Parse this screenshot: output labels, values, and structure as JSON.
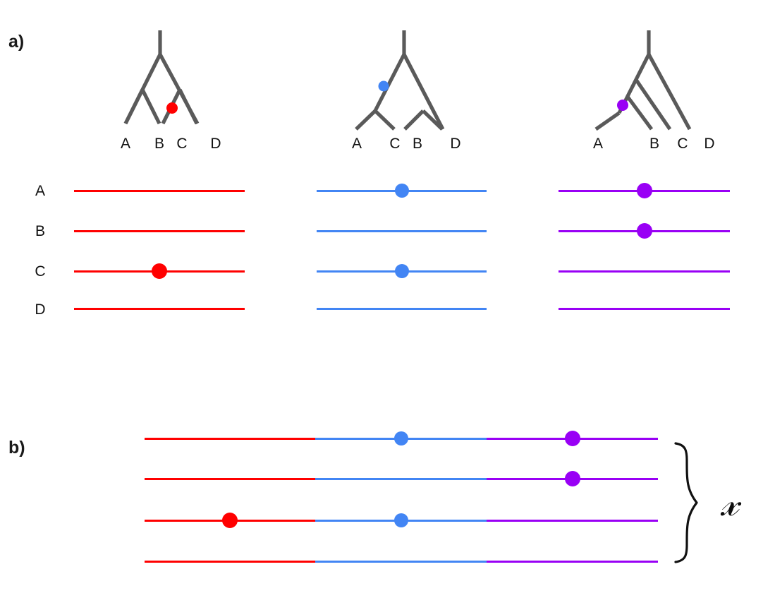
{
  "figure": {
    "background_color": "#ffffff",
    "panels": [
      {
        "id": "a",
        "label": "a)"
      },
      {
        "id": "b",
        "label": "b)"
      }
    ]
  },
  "colors": {
    "red": "#FF0000",
    "blue": "#4285F4",
    "purple": "#9900F5",
    "branch_gray": "#5A5A5A",
    "text": "#111111"
  },
  "taxa": [
    "A",
    "B",
    "C",
    "D"
  ],
  "panel_a": {
    "label": "a)",
    "row_labels": [
      "A",
      "B",
      "C",
      "D"
    ],
    "blocks": [
      {
        "name": "red-block",
        "color_key": "red",
        "color": "#FF0000",
        "tree": {
          "name": "red-tree",
          "topology": "((A,B),(C,D))",
          "tip_labels": [
            "A",
            "B",
            "C",
            "D"
          ],
          "marker_color": "#FF0000",
          "marker_on_branch": "C",
          "marker_size": 16
        },
        "alignment": {
          "rows": [
            {
              "taxon": "A",
              "has_mutation": false
            },
            {
              "taxon": "B",
              "has_mutation": false
            },
            {
              "taxon": "C",
              "has_mutation": true
            },
            {
              "taxon": "D",
              "has_mutation": false
            }
          ],
          "mutation_position_fraction": 0.5
        }
      },
      {
        "name": "blue-block",
        "color_key": "blue",
        "color": "#4285F4",
        "tree": {
          "name": "blue-tree",
          "topology": "((A,C),(B,D))",
          "tip_labels": [
            "A",
            "C",
            "B",
            "D"
          ],
          "marker_color": "#4285F4",
          "marker_on_branch": "(A,C)",
          "marker_size": 14
        },
        "alignment": {
          "rows": [
            {
              "taxon": "A",
              "has_mutation": true
            },
            {
              "taxon": "B",
              "has_mutation": false
            },
            {
              "taxon": "C",
              "has_mutation": true
            },
            {
              "taxon": "D",
              "has_mutation": false
            }
          ],
          "mutation_position_fraction": 0.5
        }
      },
      {
        "name": "purple-block",
        "color_key": "purple",
        "color": "#9900F5",
        "tree": {
          "name": "purple-tree",
          "topology": "(((A,B),C),D)",
          "tip_labels": [
            "A",
            "B",
            "C",
            "D"
          ],
          "marker_color": "#9900F5",
          "marker_on_branch": "(A,B)",
          "marker_size": 16
        },
        "alignment": {
          "rows": [
            {
              "taxon": "A",
              "has_mutation": true
            },
            {
              "taxon": "B",
              "has_mutation": true
            },
            {
              "taxon": "C",
              "has_mutation": false
            },
            {
              "taxon": "D",
              "has_mutation": false
            }
          ],
          "mutation_position_fraction": 0.5
        }
      }
    ]
  },
  "panel_b": {
    "label": "b)",
    "description_rows": [
      {
        "taxon": "A",
        "segments": [
          {
            "color_key": "red",
            "color": "#FF0000",
            "has_mutation": false
          },
          {
            "color_key": "blue",
            "color": "#4285F4",
            "has_mutation": true
          },
          {
            "color_key": "purple",
            "color": "#9900F5",
            "has_mutation": true
          }
        ]
      },
      {
        "taxon": "B",
        "segments": [
          {
            "color_key": "red",
            "color": "#FF0000",
            "has_mutation": false
          },
          {
            "color_key": "blue",
            "color": "#4285F4",
            "has_mutation": false
          },
          {
            "color_key": "purple",
            "color": "#9900F5",
            "has_mutation": true
          }
        ]
      },
      {
        "taxon": "C",
        "segments": [
          {
            "color_key": "red",
            "color": "#FF0000",
            "has_mutation": true
          },
          {
            "color_key": "blue",
            "color": "#4285F4",
            "has_mutation": true
          },
          {
            "color_key": "purple",
            "color": "#9900F5",
            "has_mutation": false
          }
        ]
      },
      {
        "taxon": "D",
        "segments": [
          {
            "color_key": "red",
            "color": "#FF0000",
            "has_mutation": false
          },
          {
            "color_key": "blue",
            "color": "#4285F4",
            "has_mutation": false
          },
          {
            "color_key": "purple",
            "color": "#9900F5",
            "has_mutation": false
          }
        ]
      }
    ],
    "brace_label": "𝓍"
  }
}
